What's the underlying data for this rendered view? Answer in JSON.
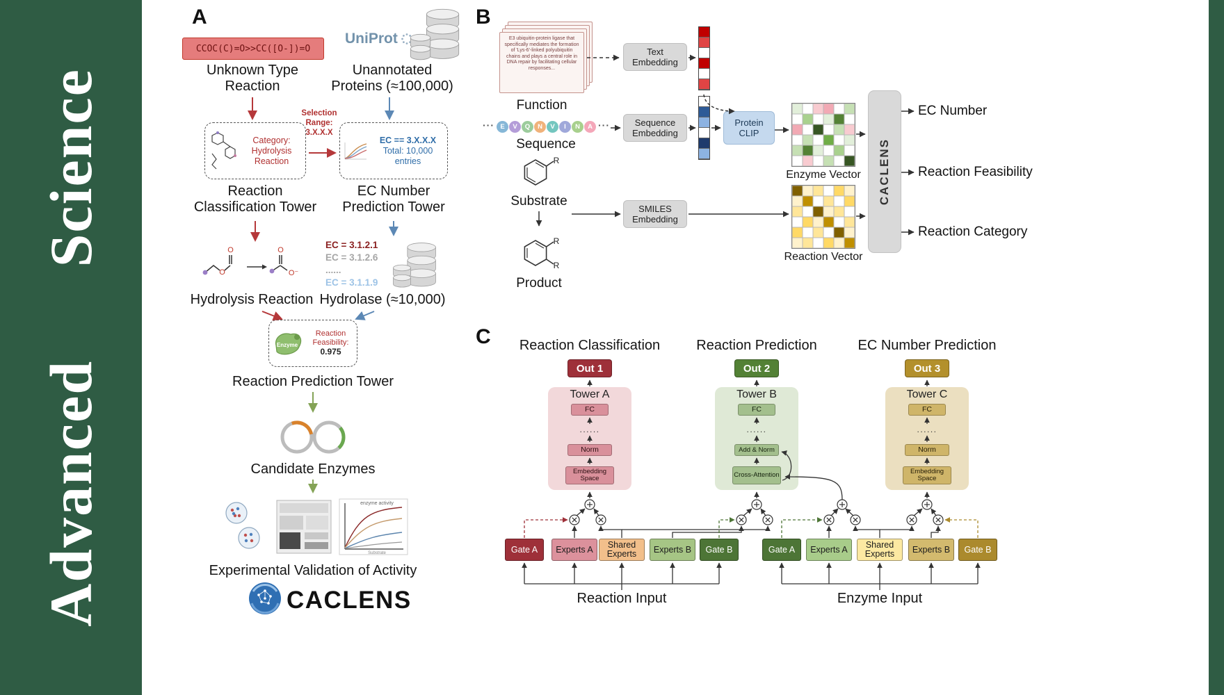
{
  "journal": {
    "name": "Advanced Science",
    "accent": "#2f5c44"
  },
  "panels": {
    "a": "A",
    "b": "B",
    "c": "C"
  },
  "panel_a": {
    "smiles": "CCOC(C)=O>>CC([O-])=O",
    "unknown_lines": [
      "Unknown Type",
      "Reaction"
    ],
    "uniprot": "UniProt",
    "unannotated_lines": [
      "Unannotated",
      "Proteins (≈100,000)"
    ],
    "selection_label": "Selection Range: 3.X.X.X",
    "category_label": "Category: Hydrolysis Reaction",
    "ec_box_line1": "EC == 3.X.X.X",
    "ec_box_line2": "Total: 10,000 entries",
    "tower1_lines": [
      "Reaction",
      "Classification Tower"
    ],
    "tower2_lines": [
      "EC Number",
      "Prediction Tower"
    ],
    "hydrolysis_label": "Hydrolysis Reaction",
    "ec_list": [
      "EC = 3.1.2.1",
      "EC = 3.1.2.6",
      "......",
      "EC = 3.1.1.9"
    ],
    "hydrolase_label": "Hydrolase (≈10,000)",
    "enzyme_blob_label": "Enzyme",
    "feasibility_label": "Reaction Feasibility:",
    "feasibility_value": "0.975",
    "tower3_label": "Reaction Prediction Tower",
    "candidates_label": "Candidate Enzymes",
    "validation_label": "Experimental Validation of Activity",
    "plot_title": "enzyme activity",
    "plot_xlabel": "Substrate",
    "atom_o": "O",
    "atom_o_minus": "O⁻",
    "logo_text": "CACLENS"
  },
  "panel_b": {
    "function_text": "E3 ubiquitin-protein ligase that specifically mediates the formation of 'Lys-6'-linked polyubiquitin chains and plays a central role in DNA repair by facilitating cellular responses...",
    "function_label": "Function",
    "ellipsis": "···",
    "sequence_label": "Sequence",
    "sequence_letters": [
      {
        "l": "E",
        "c": "#86b7d7"
      },
      {
        "l": "V",
        "c": "#b49dd8"
      },
      {
        "l": "Q",
        "c": "#9ccc9c"
      },
      {
        "l": "N",
        "c": "#f0b27a"
      },
      {
        "l": "V",
        "c": "#74c6bf"
      },
      {
        "l": "I",
        "c": "#9fa8da"
      },
      {
        "l": "N",
        "c": "#a8d08d"
      },
      {
        "l": "A",
        "c": "#f4a7b9"
      }
    ],
    "text_embedding": "Text Embedding",
    "sequence_embedding": "Sequence Embedding",
    "smiles_embedding": "SMILES Embedding",
    "protein_clip": "Protein CLIP",
    "substrate_label": "Substrate",
    "product_label": "Product",
    "r_group": "R",
    "enzyme_vector_label": "Enzyme Vector",
    "reaction_vector_label": "Reaction Vector",
    "caclens_label": "CACLENS",
    "outputs": [
      "EC Number",
      "Reaction Feasibility",
      "Reaction Category"
    ],
    "text_vector": [
      "#c00000",
      "#e04444",
      "#ffffff",
      "#c00000",
      "#ffffff",
      "#e04444"
    ],
    "seq_vector": [
      "#ffffff",
      "#2e5b97",
      "#8db3e2",
      "#ffffff",
      "#1f3b6d",
      "#8db3e2"
    ],
    "enzyme_matrix": [
      [
        "#e2efda",
        "#ffffff",
        "#f8cbd0",
        "#f2a9b4",
        "#ffffff",
        "#c6e0b4"
      ],
      [
        "#ffffff",
        "#a9d18e",
        "#ffffff",
        "#e2efda",
        "#548235",
        "#ffffff"
      ],
      [
        "#f2a9b4",
        "#ffffff",
        "#375623",
        "#ffffff",
        "#c6e0b4",
        "#f8cbd0"
      ],
      [
        "#ffffff",
        "#c6e0b4",
        "#ffffff",
        "#70ad47",
        "#ffffff",
        "#e2efda"
      ],
      [
        "#c6e0b4",
        "#548235",
        "#e2efda",
        "#ffffff",
        "#a9d18e",
        "#ffffff"
      ],
      [
        "#ffffff",
        "#f8cbd0",
        "#ffffff",
        "#c6e0b4",
        "#ffffff",
        "#375623"
      ]
    ],
    "reaction_matrix": [
      [
        "#806000",
        "#fff2cc",
        "#ffe699",
        "#ffffff",
        "#ffd966",
        "#fff2cc"
      ],
      [
        "#fff2cc",
        "#bf8f00",
        "#ffffff",
        "#ffe699",
        "#ffffff",
        "#ffd966"
      ],
      [
        "#ffe699",
        "#ffffff",
        "#806000",
        "#fff2cc",
        "#ffe699",
        "#ffffff"
      ],
      [
        "#ffffff",
        "#ffd966",
        "#fff2cc",
        "#bf8f00",
        "#ffffff",
        "#ffe699"
      ],
      [
        "#ffd966",
        "#ffffff",
        "#ffe699",
        "#ffffff",
        "#806000",
        "#fff2cc"
      ],
      [
        "#fff2cc",
        "#ffe699",
        "#ffffff",
        "#ffd966",
        "#fff2cc",
        "#bf8f00"
      ]
    ]
  },
  "panel_c": {
    "headers": [
      "Reaction Classification",
      "Reaction Prediction",
      "EC Number Prediction"
    ],
    "outs": [
      "Out 1",
      "Out 2",
      "Out 3"
    ],
    "towers": [
      {
        "title": "Tower A",
        "fc": "FC",
        "dots": "......",
        "mid": "Norm",
        "bottom": "Embedding Space"
      },
      {
        "title": "Tower B",
        "fc": "FC",
        "dots": "......",
        "mid": "Add & Norm",
        "bottom": "Cross-Attention"
      },
      {
        "title": "Tower C",
        "fc": "FC",
        "dots": "......",
        "mid": "Norm",
        "bottom": "Embedding Space"
      }
    ],
    "moe_reaction": {
      "gate_a": "Gate A",
      "experts_a": "Experts A",
      "shared": "Shared Experts",
      "experts_b": "Experts B",
      "gate_b": "Gate B",
      "input_label": "Reaction Input"
    },
    "moe_enzyme": {
      "gate_a": "Gate A",
      "experts_a": "Experts A",
      "shared": "Shared Experts",
      "experts_b": "Experts B",
      "gate_b": "Gate B",
      "input_label": "Enzyme Input"
    }
  }
}
